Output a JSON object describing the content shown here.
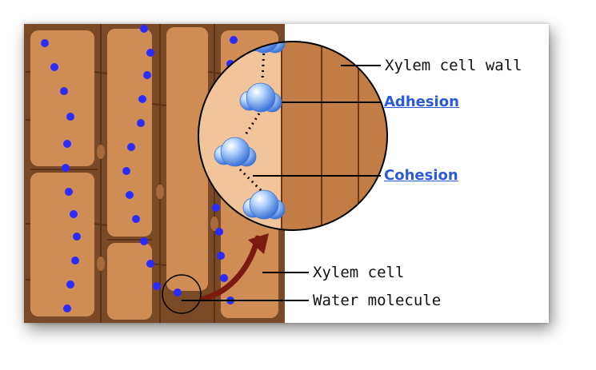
{
  "labels": {
    "xylem_cell_wall": "Xylem cell wall",
    "adhesion": "Adhesion",
    "cohesion": "Cohesion",
    "xylem_cell": "Xylem cell",
    "water_molecule": "Water molecule"
  },
  "colors": {
    "wall": "#7a4a26",
    "cell": "#d08c55",
    "zoom_fill": "#f2c49a",
    "zoom_wall": "#c27c45",
    "molecule": "#7fb2f0",
    "dot": "#2b2bff",
    "link": "#2a5ad8",
    "arrow": "#7a1b10"
  }
}
